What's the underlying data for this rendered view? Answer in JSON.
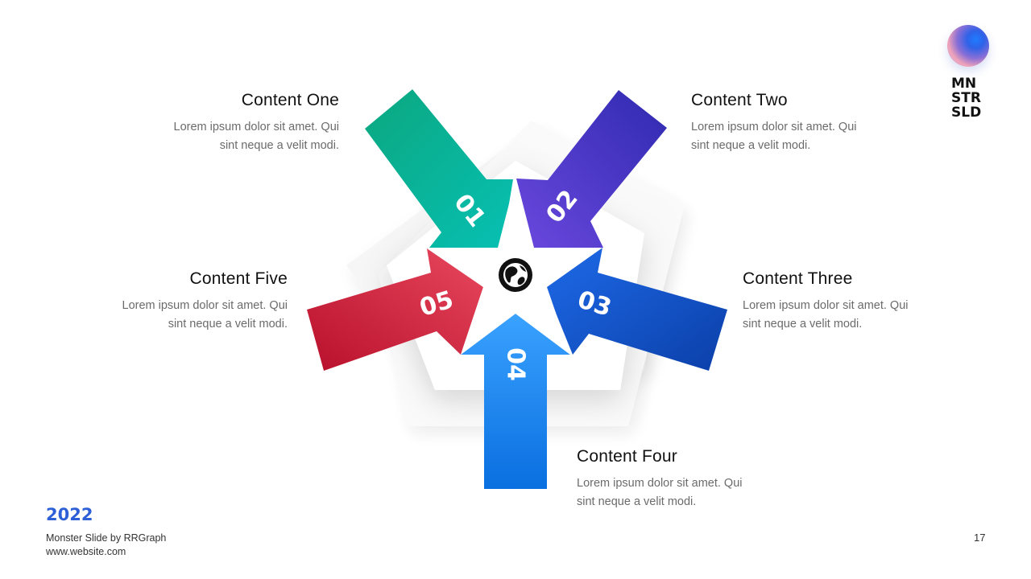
{
  "items": [
    {
      "number": "01",
      "title": "Content One",
      "text": "Lorem ipsum dolor sit amet. Qui\nsint neque  a velit modi.",
      "color": "#06b79a"
    },
    {
      "number": "02",
      "title": "Content Two",
      "text": "Lorem ipsum dolor sit amet. Qui\nsint neque  a velit modi.",
      "color": "#4a3cc7"
    },
    {
      "number": "03",
      "title": "Content Three",
      "text": "Lorem ipsum dolor sit amet. Qui\nsint neque  a velit modi.",
      "color": "#1458cf"
    },
    {
      "number": "04",
      "title": "Content Four",
      "text": "Lorem ipsum dolor sit amet. Qui\nsint neque  a velit modi.",
      "color": "#1e82f0"
    },
    {
      "number": "05",
      "title": "Content Five",
      "text": "Lorem ipsum dolor sit amet. Qui\nsint neque  a velit modi.",
      "color": "#d6283f"
    }
  ],
  "center_icon": "globe-icon",
  "logo": {
    "lines": [
      "MN",
      "STR",
      "SLD"
    ]
  },
  "footer": {
    "year": "2022",
    "brand": "Monster Slide  by RRGraph",
    "url": "www.website.com",
    "page": "17"
  },
  "colors": {
    "year_accent": "#2d5fd6",
    "text_muted": "#6b6b6b"
  }
}
